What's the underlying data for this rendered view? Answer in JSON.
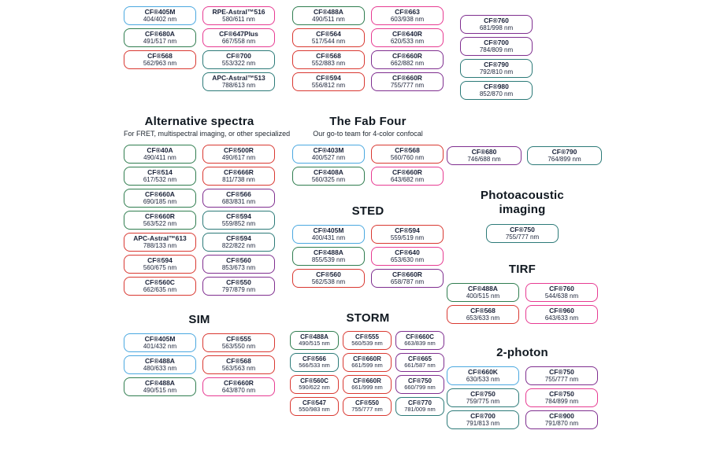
{
  "page_title": "CF dye selection guide by imaging technique",
  "colors": {
    "blue": "#4aa8e0",
    "green": "#2f7d4f",
    "red": "#d93831",
    "pink": "#e73b92",
    "purple": "#7f2e8f",
    "teal": "#2c7a78"
  },
  "groups": {
    "top_a": {
      "columns": [
        [
          {
            "name": "CF®405M",
            "value": "404/402 nm",
            "color": "blue"
          },
          {
            "name": "CF®680A",
            "value": "491/517 nm",
            "color": "green"
          },
          {
            "name": "CF®568",
            "value": "562/963 nm",
            "color": "red"
          }
        ],
        [
          {
            "name": "RPE-Astral™516",
            "value": "580/611 nm",
            "color": "pink"
          },
          {
            "name": "CF®647Plus",
            "value": "667/558 nm",
            "color": "pink"
          },
          {
            "name": "CF®700",
            "value": "553/322 nm",
            "color": "teal"
          },
          {
            "name": "APC-Astral™513",
            "value": "788/613 nm",
            "color": "teal"
          }
        ]
      ]
    },
    "top_b": {
      "columns": [
        [
          {
            "name": "CF®488A",
            "value": "490/511 nm",
            "color": "green"
          },
          {
            "name": "CF®564",
            "value": "517/544 nm",
            "color": "red"
          },
          {
            "name": "CF®568",
            "value": "552/883 nm",
            "color": "red"
          },
          {
            "name": "CF®594",
            "value": "556/812 nm",
            "color": "red"
          }
        ],
        [
          {
            "name": "CF®663",
            "value": "603/938 nm",
            "color": "pink"
          },
          {
            "name": "CF®640R",
            "value": "620/533 nm",
            "color": "pink"
          },
          {
            "name": "CF®660R",
            "value": "662/882 nm",
            "color": "purple"
          },
          {
            "name": "CF®660R",
            "value": "755/777 nm",
            "color": "purple"
          }
        ]
      ]
    },
    "top_c": {
      "columns": [
        [
          {
            "name": "CF®760",
            "value": "681/998 nm",
            "color": "purple"
          },
          {
            "name": "CF®700",
            "value": "784/809 nm",
            "color": "purple"
          },
          {
            "name": "CF®790",
            "value": "792/810 nm",
            "color": "teal"
          },
          {
            "name": "CF®980",
            "value": "852/870 nm",
            "color": "teal"
          }
        ]
      ]
    },
    "alt": {
      "title": "Alternative spectra",
      "subtitle": "For FRET, multispectral imaging, or other specialized",
      "columns": [
        [
          {
            "name": "CF®40A",
            "value": "490/411 nm",
            "color": "green"
          },
          {
            "name": "CF®514",
            "value": "617/532 nm",
            "color": "green"
          },
          {
            "name": "CF®660A",
            "value": "690/185 nm",
            "color": "green"
          },
          {
            "name": "CF®660R",
            "value": "563/522 nm",
            "color": "green"
          },
          {
            "name": "APC-Astral™613",
            "value": "788/133 nm",
            "color": "red"
          },
          {
            "name": "CF®594",
            "value": "560/675 nm",
            "color": "red"
          },
          {
            "name": "CF®560C",
            "value": "662/635 nm",
            "color": "red"
          }
        ],
        [
          {
            "name": "CF®500R",
            "value": "490/617 nm",
            "color": "red"
          },
          {
            "name": "CF®666R",
            "value": "811/738 nm",
            "color": "red"
          },
          {
            "name": "CF®566",
            "value": "683/831 nm",
            "color": "purple"
          },
          {
            "name": "CF®594",
            "value": "559/852 nm",
            "color": "teal"
          },
          {
            "name": "CF®594",
            "value": "822/822 nm",
            "color": "teal"
          },
          {
            "name": "CF®560",
            "value": "853/673 nm",
            "color": "purple"
          },
          {
            "name": "CF®550",
            "value": "797/879 nm",
            "color": "purple"
          }
        ]
      ]
    },
    "fab": {
      "title": "The Fab Four",
      "subtitle": "Our go-to team for 4-color confocal",
      "columns": [
        [
          {
            "name": "CF®403M",
            "value": "400/527 nm",
            "color": "blue"
          },
          {
            "name": "CF®408A",
            "value": "560/325 nm",
            "color": "green"
          }
        ],
        [
          {
            "name": "CF®568",
            "value": "560/760 nm",
            "color": "red"
          },
          {
            "name": "CF®660R",
            "value": "643/682 nm",
            "color": "pink"
          }
        ]
      ]
    },
    "sted": {
      "title": "STED",
      "columns": [
        [
          {
            "name": "CF®405M",
            "value": "400/431 nm",
            "color": "blue"
          },
          {
            "name": "CF®488A",
            "value": "855/539 nm",
            "color": "green"
          },
          {
            "name": "CF®560",
            "value": "562/538 nm",
            "color": "red"
          }
        ],
        [
          {
            "name": "CF®594",
            "value": "559/519 nm",
            "color": "red"
          },
          {
            "name": "CF®640",
            "value": "653/630 nm",
            "color": "pink"
          },
          {
            "name": "CF®660R",
            "value": "658/787 nm",
            "color": "purple"
          }
        ]
      ]
    },
    "pair": {
      "columns": [
        [
          {
            "name": "CF®680",
            "value": "746/688 nm",
            "color": "purple"
          }
        ],
        [
          {
            "name": "CF®790",
            "value": "764/899 nm",
            "color": "teal"
          }
        ]
      ]
    },
    "photo": {
      "title": "Photoacoustic imaging",
      "columns": [
        [
          {
            "name": "CF®750",
            "value": "755/777 nm",
            "color": "teal"
          }
        ]
      ]
    },
    "tirf": {
      "title": "TIRF",
      "columns": [
        [
          {
            "name": "CF®488A",
            "value": "400/515 nm",
            "color": "green"
          },
          {
            "name": "CF®568",
            "value": "653/633 nm",
            "color": "red"
          }
        ],
        [
          {
            "name": "CF®760",
            "value": "544/638 nm",
            "color": "pink"
          },
          {
            "name": "CF®960",
            "value": "643/633 nm",
            "color": "pink"
          }
        ]
      ]
    },
    "sim": {
      "title": "SIM",
      "columns": [
        [
          {
            "name": "CF®405M",
            "value": "401/432 nm",
            "color": "blue"
          },
          {
            "name": "CF®488A",
            "value": "480/633 nm",
            "color": "blue"
          },
          {
            "name": "CF®488A",
            "value": "490/515 nm",
            "color": "green"
          }
        ],
        [
          {
            "name": "CF®555",
            "value": "563/550 nm",
            "color": "red"
          },
          {
            "name": "CF®568",
            "value": "563/563 nm",
            "color": "red"
          },
          {
            "name": "CF®660R",
            "value": "643/870 nm",
            "color": "pink"
          }
        ]
      ]
    },
    "storm": {
      "title": "STORM",
      "columns": [
        [
          {
            "name": "CF®488A",
            "value": "490/515 nm",
            "color": "green"
          },
          {
            "name": "CF®566",
            "value": "566/533 nm",
            "color": "teal"
          },
          {
            "name": "CF®560C",
            "value": "590/622 nm",
            "color": "red"
          },
          {
            "name": "CF®547",
            "value": "550/983 nm",
            "color": "red"
          }
        ],
        [
          {
            "name": "CF®555",
            "value": "560/539 nm",
            "color": "red"
          },
          {
            "name": "CF®660R",
            "value": "661/599 nm",
            "color": "red"
          },
          {
            "name": "CF®660R",
            "value": "661/999 nm",
            "color": "red"
          },
          {
            "name": "CF®550",
            "value": "755/777 nm",
            "color": "red"
          }
        ],
        [
          {
            "name": "CF®660C",
            "value": "663/839 nm",
            "color": "purple"
          },
          {
            "name": "CF®665",
            "value": "661/587 nm",
            "color": "purple"
          },
          {
            "name": "CF®750",
            "value": "660/799 nm",
            "color": "purple"
          },
          {
            "name": "CF®770",
            "value": "781/009 nm",
            "color": "teal"
          }
        ]
      ]
    },
    "two": {
      "title": "2-photon",
      "columns": [
        [
          {
            "name": "CF®660K",
            "value": "630/533 nm",
            "color": "blue"
          },
          {
            "name": "CF®750",
            "value": "759/775 nm",
            "color": "teal"
          },
          {
            "name": "CF®700",
            "value": "791/813 nm",
            "color": "teal"
          }
        ],
        [
          {
            "name": "CF®750",
            "value": "755/777 nm",
            "color": "purple"
          },
          {
            "name": "CF®750",
            "value": "784/899 nm",
            "color": "pink"
          },
          {
            "name": "CF®900",
            "value": "791/870 nm",
            "color": "purple"
          }
        ]
      ]
    }
  }
}
